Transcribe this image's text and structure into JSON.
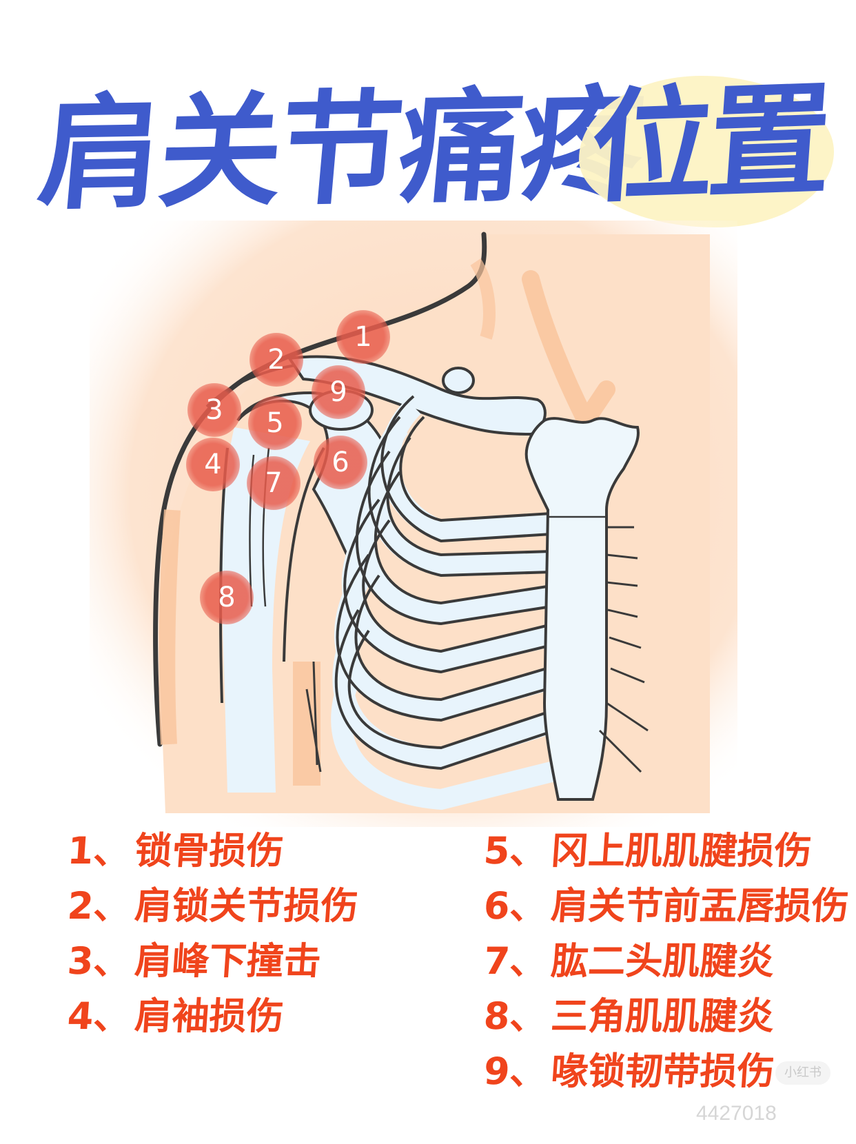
{
  "title": {
    "main": "肩关节痛疼",
    "highlight": "位置",
    "color": "#3f5bcc",
    "highlight_color": "#fdf3c4"
  },
  "illustration": {
    "subject": "shoulder-and-ribcage-anatomy",
    "skin_color": "#fde0c8",
    "skin_shadow_color": "#f9c49c",
    "bone_color": "#e8f4fc",
    "outline_color": "#3a3a3a",
    "marker_color": "#e85c4c",
    "markers": [
      {
        "id": "1",
        "label": "1"
      },
      {
        "id": "2",
        "label": "2"
      },
      {
        "id": "3",
        "label": "3"
      },
      {
        "id": "4",
        "label": "4"
      },
      {
        "id": "5",
        "label": "5"
      },
      {
        "id": "6",
        "label": "6"
      },
      {
        "id": "7",
        "label": "7"
      },
      {
        "id": "8",
        "label": "8"
      },
      {
        "id": "9",
        "label": "9"
      }
    ]
  },
  "legend": {
    "color": "#f0441c",
    "left": [
      {
        "num": "1、",
        "text": "锁骨损伤"
      },
      {
        "num": "2、",
        "text": "肩锁关节损伤"
      },
      {
        "num": "3、",
        "text": "肩峰下撞击"
      },
      {
        "num": "4、",
        "text": "肩袖损伤"
      }
    ],
    "right": [
      {
        "num": "5、",
        "text": "冈上肌肌腱损伤"
      },
      {
        "num": "6、",
        "text": "肩关节前盂唇损伤"
      },
      {
        "num": "7、",
        "text": "肱二头肌腱炎"
      },
      {
        "num": "8、",
        "text": "三角肌肌腱炎"
      },
      {
        "num": "9、",
        "text": "喙锁韧带损伤"
      }
    ]
  },
  "watermark": {
    "brand": "小红书",
    "id_fragment": "4427018"
  }
}
